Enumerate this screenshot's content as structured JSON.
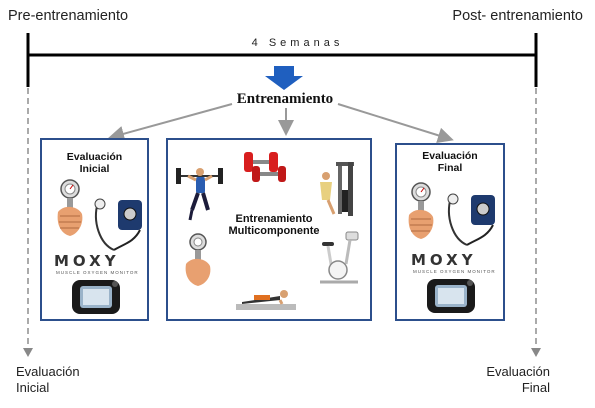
{
  "timeline": {
    "start_label": "Pre-entrenamiento",
    "end_label": "Post- entrenamiento",
    "duration_label": "4 Semanas"
  },
  "training": {
    "title": "Entrenamiento",
    "panel_title_line1": "Entrenamiento",
    "panel_title_line2": "Multicomponente"
  },
  "initial_eval": {
    "title_line1": "Evaluación",
    "title_line2": "Inicial",
    "bottom_line1": "Evaluación",
    "bottom_line2": "Inicial"
  },
  "final_eval": {
    "title_line1": "Evaluación",
    "title_line2": "Final",
    "bottom_line1": "Evaluación",
    "bottom_line2": "Final"
  },
  "device": {
    "brand": "MOXY",
    "tagline": "MUSCLE OXYGEN MONITOR"
  },
  "colors": {
    "panel_border": "#2c4f8c",
    "down_arrow": "#1f5fbf",
    "timeline": "#000000",
    "connector": "#999999"
  },
  "icons": [
    "dynamometer-icon",
    "blood-pressure-icon",
    "moxy-monitor-icon",
    "weightlifter-icon",
    "dumbbells-icon",
    "cable-machine-icon",
    "exercise-bike-icon",
    "plank-icon"
  ]
}
